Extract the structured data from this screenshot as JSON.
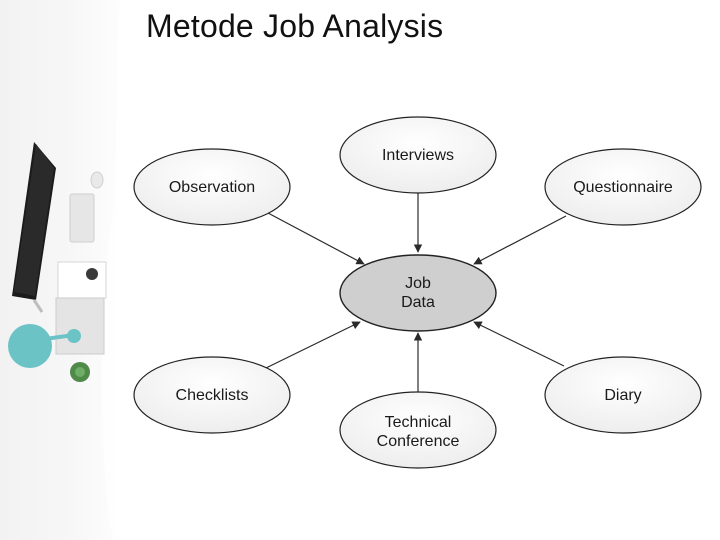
{
  "slide": {
    "title": "Metode Job Analysis"
  },
  "diagram": {
    "center": {
      "line1": "Job",
      "line2": "Data"
    },
    "nodes": {
      "observation": "Observation",
      "interviews": "Interviews",
      "questionnaire": "Questionnaire",
      "checklists": "Checklists",
      "technical_line1": "Technical",
      "technical_line2": "Conference",
      "diary": "Diary"
    }
  }
}
